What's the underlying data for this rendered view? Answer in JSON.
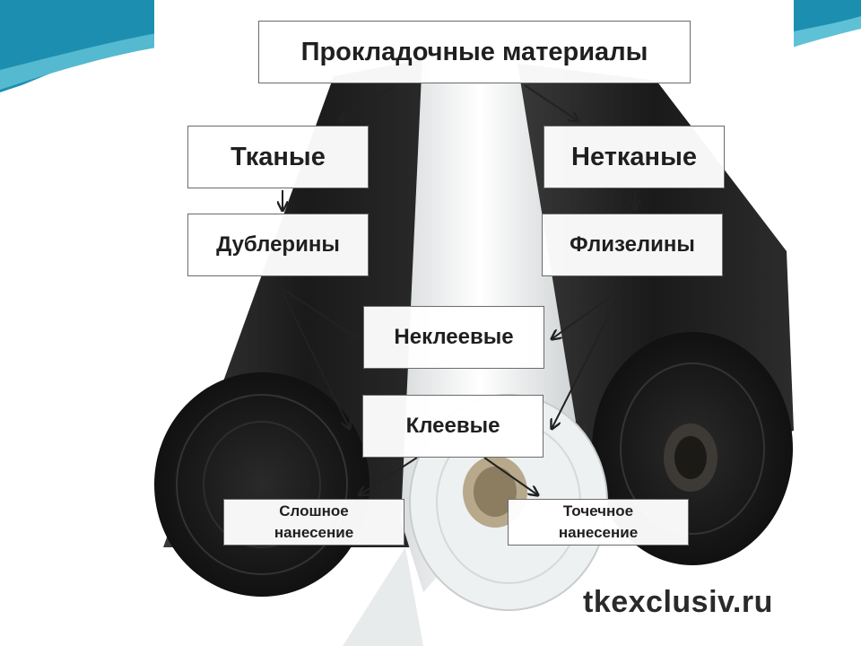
{
  "diagram": {
    "root": "Прокладочные материалы",
    "left_type": "Тканые",
    "right_type": "Нетканые",
    "left_material": "Дублерины",
    "right_material": "Флизелины",
    "non_adhesive": "Неклеевые",
    "adhesive": "Клеевые",
    "continuous_coating": "Слошное\nнанесение",
    "dot_coating": "Точечное\nнанесение"
  },
  "watermark": "tkexclusiv.ru"
}
